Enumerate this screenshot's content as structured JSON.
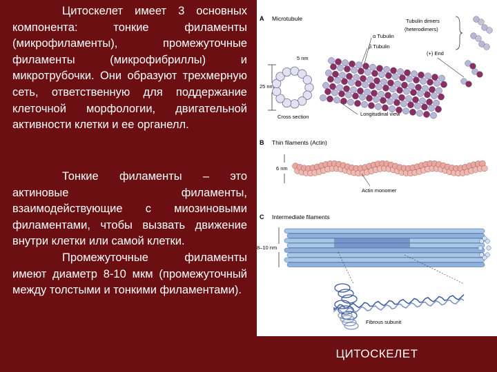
{
  "left_text": {
    "para1": "Цитоскелет имеет 3 основных компонента: тонкие филаменты (микрофиламенты), промежуточные филаменты (микрофибриллы) и микротрубочки. Они образуют трехмерную сеть, ответственную для поддержание клеточной морфологии, двигательной активности клетки и ее органелл.",
    "para2a": "Тонкие филаменты – это актиновые филаменты, взаимодействующие с миозиновыми филаментами, чтобы вызвать движение внутри клетки или самой клетки.",
    "para2b": "Промежуточные филаменты имеют диаметр 8-10 мкм (промежуточный между толстыми и тонкими филаментами)."
  },
  "figure": {
    "panel_a": {
      "letter": "A",
      "title": "Microtubule",
      "tubulin_dimers": "Tubulin dimers",
      "heterodimers": "(heterodimers)",
      "alpha_tubulin": "α Tubulin",
      "beta_tubulin": "β Tubulin",
      "plus_end": "(+) End",
      "five_nm": "5 nm",
      "twentyfive_nm": "25 nm",
      "cross_section": "Cross section",
      "longitudinal_view": "Longitudinal view"
    },
    "panel_b": {
      "letter": "B",
      "title": "Thin filaments (Actin)",
      "six_nm": "6 nm",
      "actin_monomer": "Actin monomer"
    },
    "panel_c": {
      "letter": "C",
      "title": "Intermediate filaments",
      "eight_ten_nm": "8–10 nm",
      "fibrous_subunit": "Fibrous subunit"
    },
    "colors": {
      "tubulin_alpha": "#b9b7d8",
      "tubulin_beta": "#8a2f63",
      "actin": "#e8a7a0",
      "intermediate": "#a8c6e6",
      "intermediate_dark": "#4f6fb0"
    }
  },
  "caption": "ЦИТОСКЕЛЕТ"
}
